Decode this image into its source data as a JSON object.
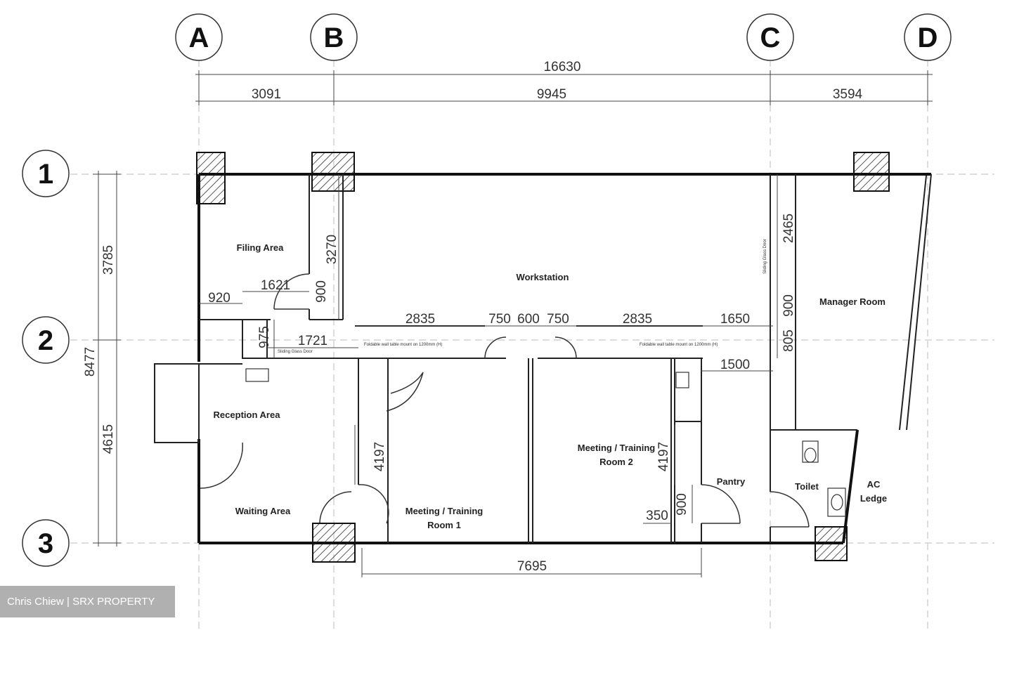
{
  "grid": {
    "columns": [
      "A",
      "B",
      "C",
      "D"
    ],
    "rows": [
      "1",
      "2",
      "3"
    ]
  },
  "dimensions": {
    "overall_width": "16630",
    "col_ab": "3091",
    "col_bc": "9945",
    "col_cd": "3594",
    "row_12": "3785",
    "row_23": "4615",
    "row_13": "8477",
    "filing_height": "3270",
    "filing_door_width": "1621",
    "filing_left": "920",
    "filing_door_h": "900",
    "corridor_975": "975",
    "corridor_1721": "1721",
    "partition_2835_a": "2835",
    "partition_750_a": "750",
    "partition_600": "600",
    "partition_750_b": "750",
    "partition_2835_b": "2835",
    "partition_1650": "1650",
    "pantry_1500": "1500",
    "meeting1_depth": "4197",
    "meeting2_depth": "4197",
    "pantry_door": "900",
    "pantry_350": "350",
    "manager_2465": "2465",
    "manager_900": "900",
    "manager_805": "805",
    "bottom_7695": "7695"
  },
  "rooms": {
    "filing": "Filing Area",
    "workstation": "Workstation",
    "manager": "Manager Room",
    "reception": "Reception Area",
    "waiting": "Waiting Area",
    "meeting1_line1": "Meeting / Training",
    "meeting1_line2": "Room 1",
    "meeting2_line1": "Meeting / Training",
    "meeting2_line2": "Room 2",
    "pantry": "Pantry",
    "toilet": "Toilet",
    "ac_line1": "AC",
    "ac_line2": "Ledge"
  },
  "notes": {
    "foldable_1": "Foldable wall table mount on 1200mm (H)",
    "foldable_2": "Foldable wall table mount on 1200mm (H)",
    "sliding_door": "Sliding Glass Door",
    "glass_door": "Sliding Glass Door"
  },
  "watermark": "Chris Chiew | SRX PROPERTY",
  "colors": {
    "wall": "#111111",
    "grid_line": "#bbbbbb",
    "dim_line": "#444444",
    "watermark_bg": "#969696"
  }
}
